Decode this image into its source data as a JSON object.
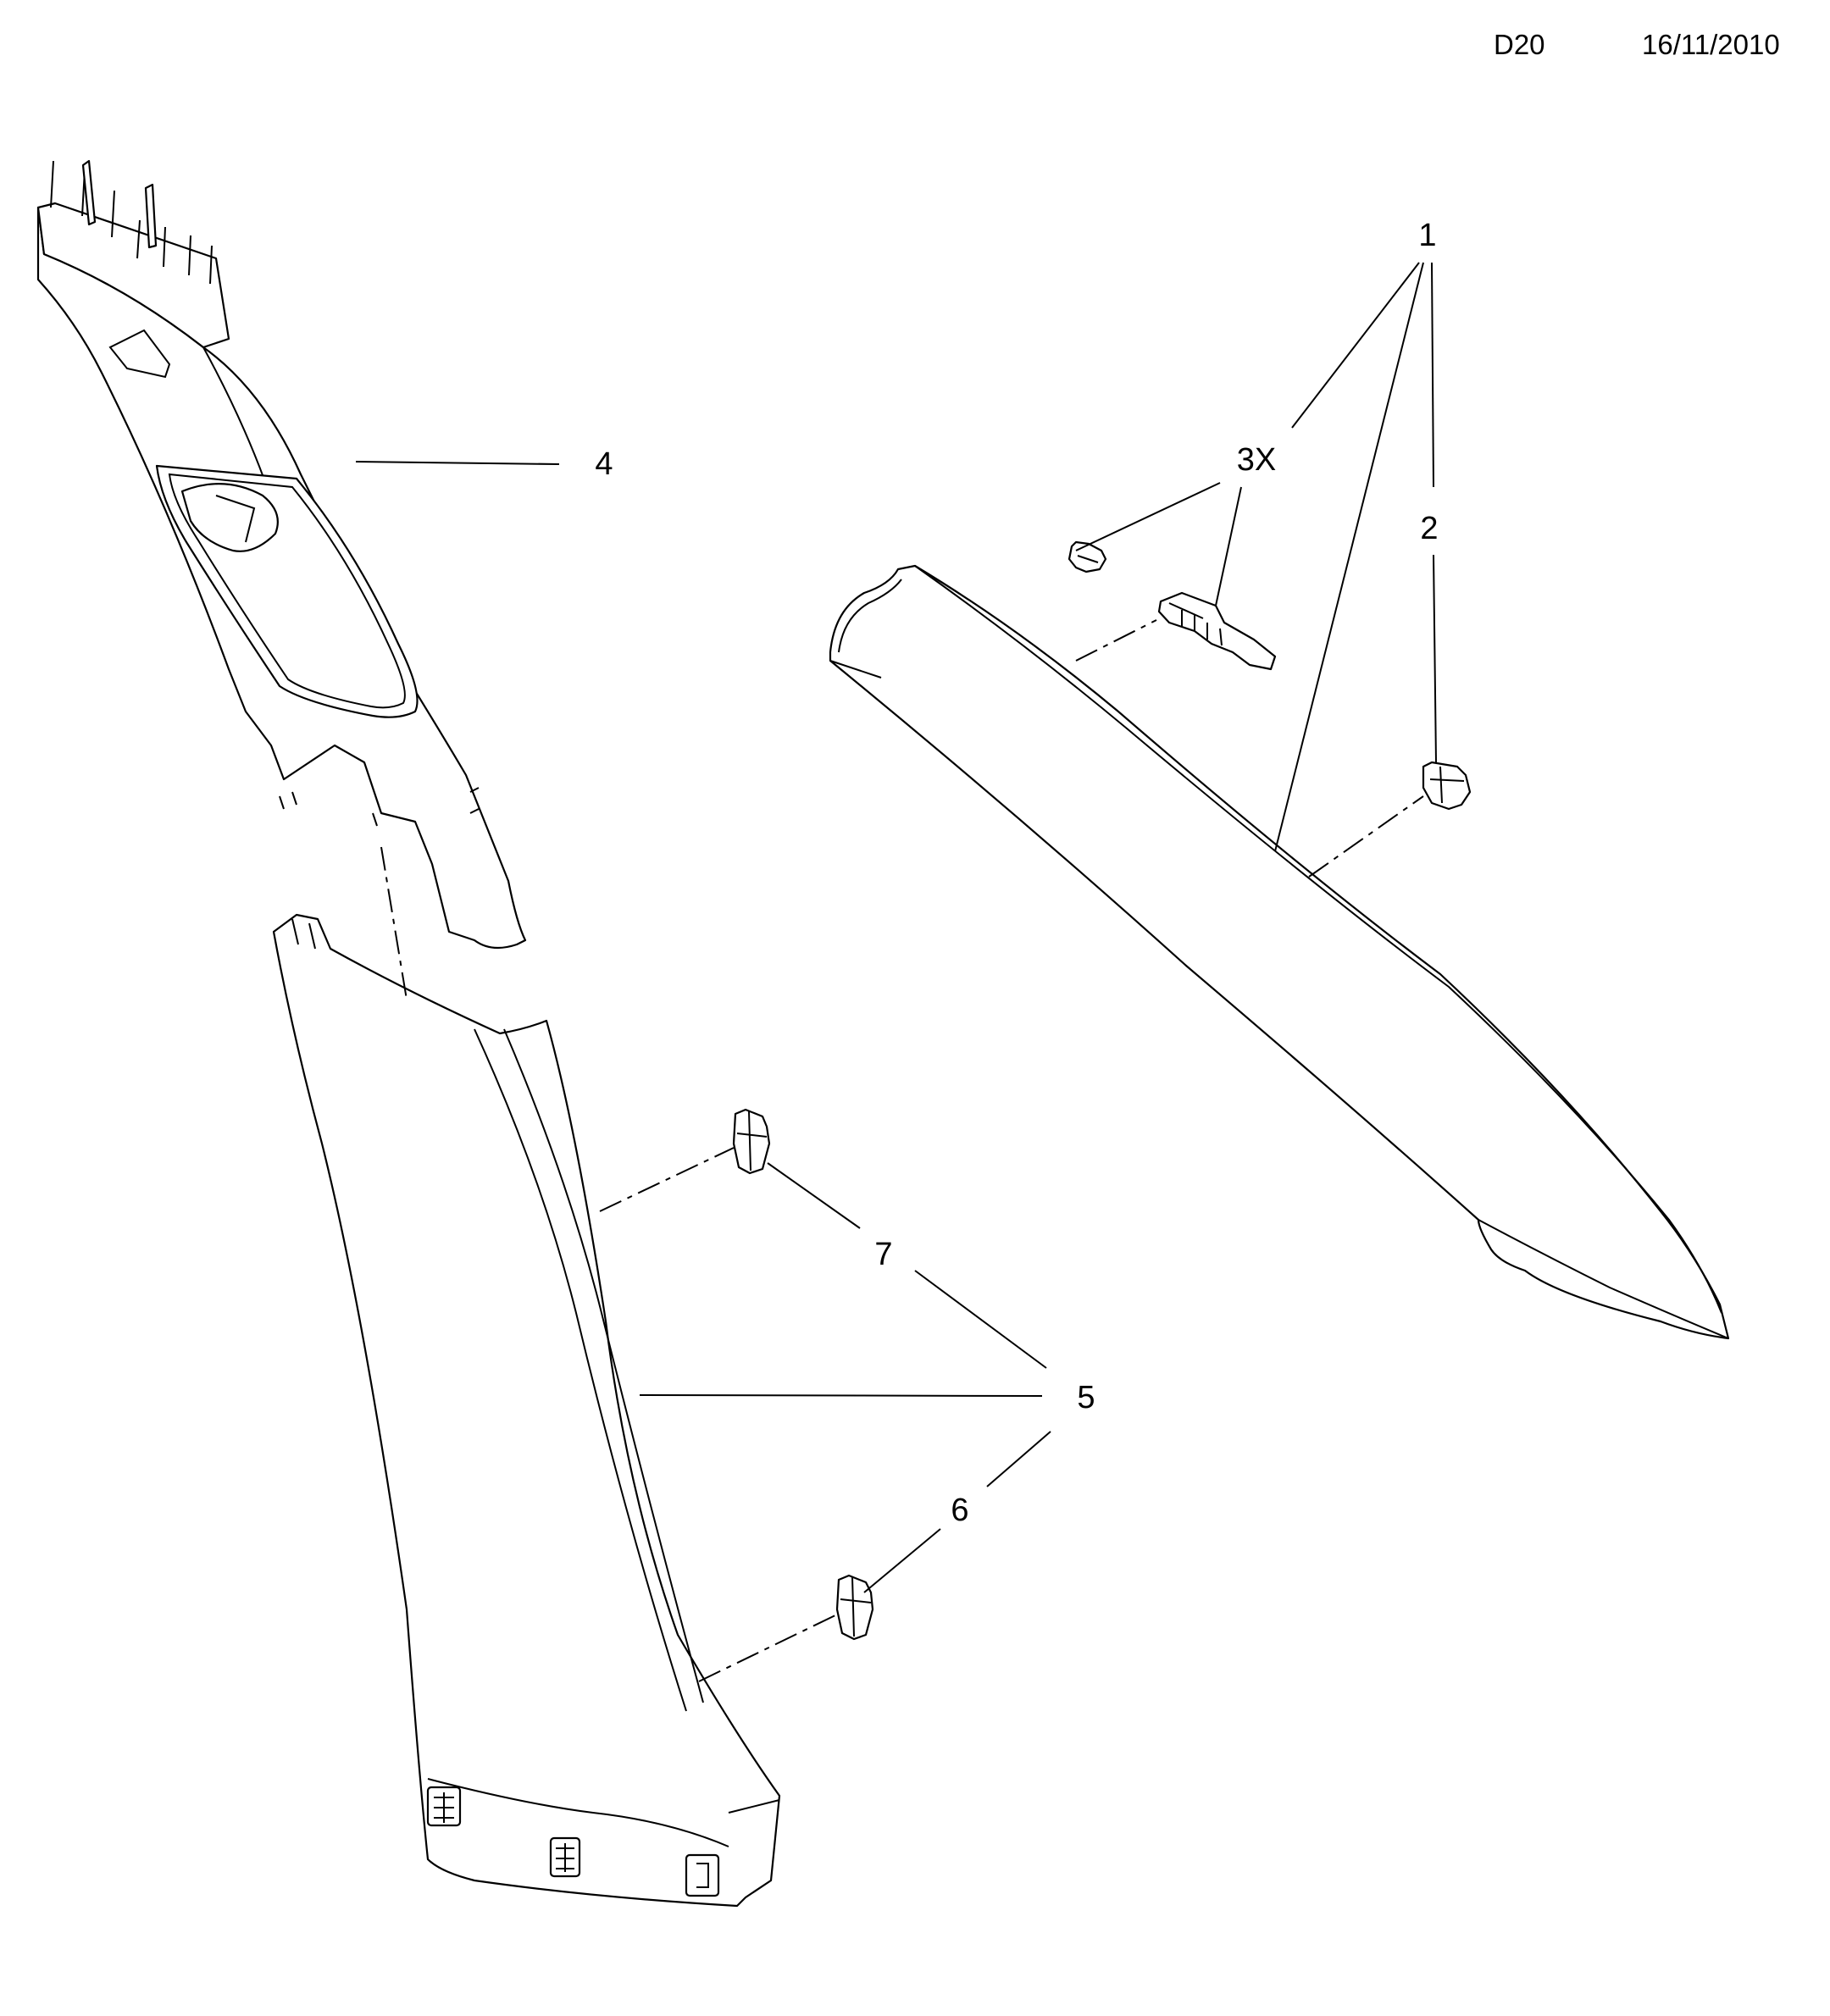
{
  "header": {
    "code": "D20",
    "date": "16/11/2010"
  },
  "callouts": {
    "c1": "1",
    "c2": "2",
    "c3x": "3X",
    "c4": "4",
    "c5": "5",
    "c6": "6",
    "c7": "7"
  }
}
